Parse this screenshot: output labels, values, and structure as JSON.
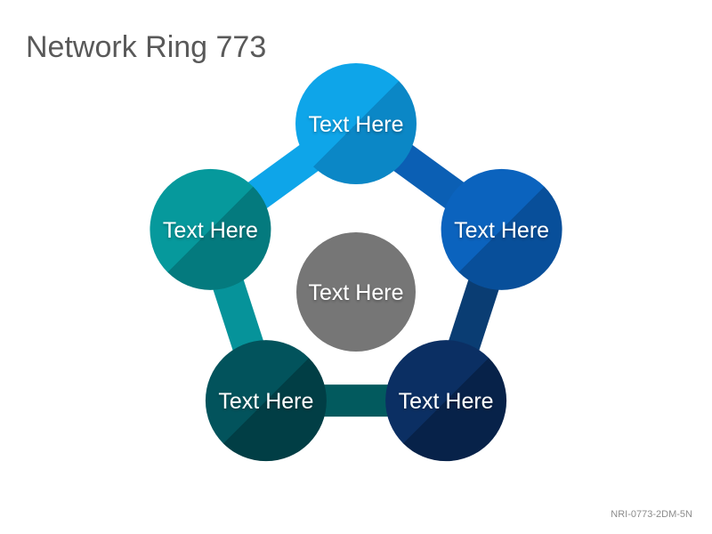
{
  "title": "Network Ring 773",
  "code": "NRI-0773-2DM-5N",
  "center": {
    "label": "Text Here",
    "color": "#767676"
  },
  "nodes": [
    {
      "label": "Text Here",
      "color": "#0ea5e9",
      "dark": "#0b87c6"
    },
    {
      "label": "Text Here",
      "color": "#0b63be",
      "dark": "#084f9a"
    },
    {
      "label": "Text Here",
      "color": "#0b2f63",
      "dark": "#072249"
    },
    {
      "label": "Text Here",
      "color": "#02535c",
      "dark": "#013e45"
    },
    {
      "label": "Text Here",
      "color": "#06999c",
      "dark": "#047a7e"
    }
  ],
  "links": [
    {
      "color": "#0b5fb4"
    },
    {
      "color": "#0a3d73"
    },
    {
      "color": "#025a5e"
    },
    {
      "color": "#06939a"
    },
    {
      "color": "#0ea5e9"
    }
  ]
}
